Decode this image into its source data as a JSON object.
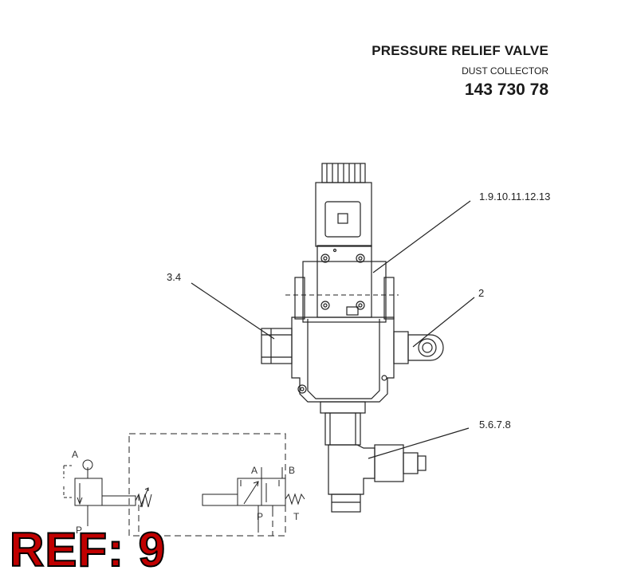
{
  "title": "PRESSURE RELIEF VALVE",
  "subtitle": "DUST COLLECTOR",
  "part_number": "143 730 78",
  "callouts": {
    "c1": "1.9.10.11.12.13",
    "c2": "3.4",
    "c3": "2",
    "c4": "5.6.7.8"
  },
  "schematic_labels": {
    "left_a": "A",
    "left_p": "P",
    "right_a": "A",
    "right_b": "B",
    "right_p": "P",
    "right_t": "T"
  },
  "ref_label": "REF: 9",
  "colors": {
    "ref_red": "#c00000",
    "line": "#222222"
  }
}
